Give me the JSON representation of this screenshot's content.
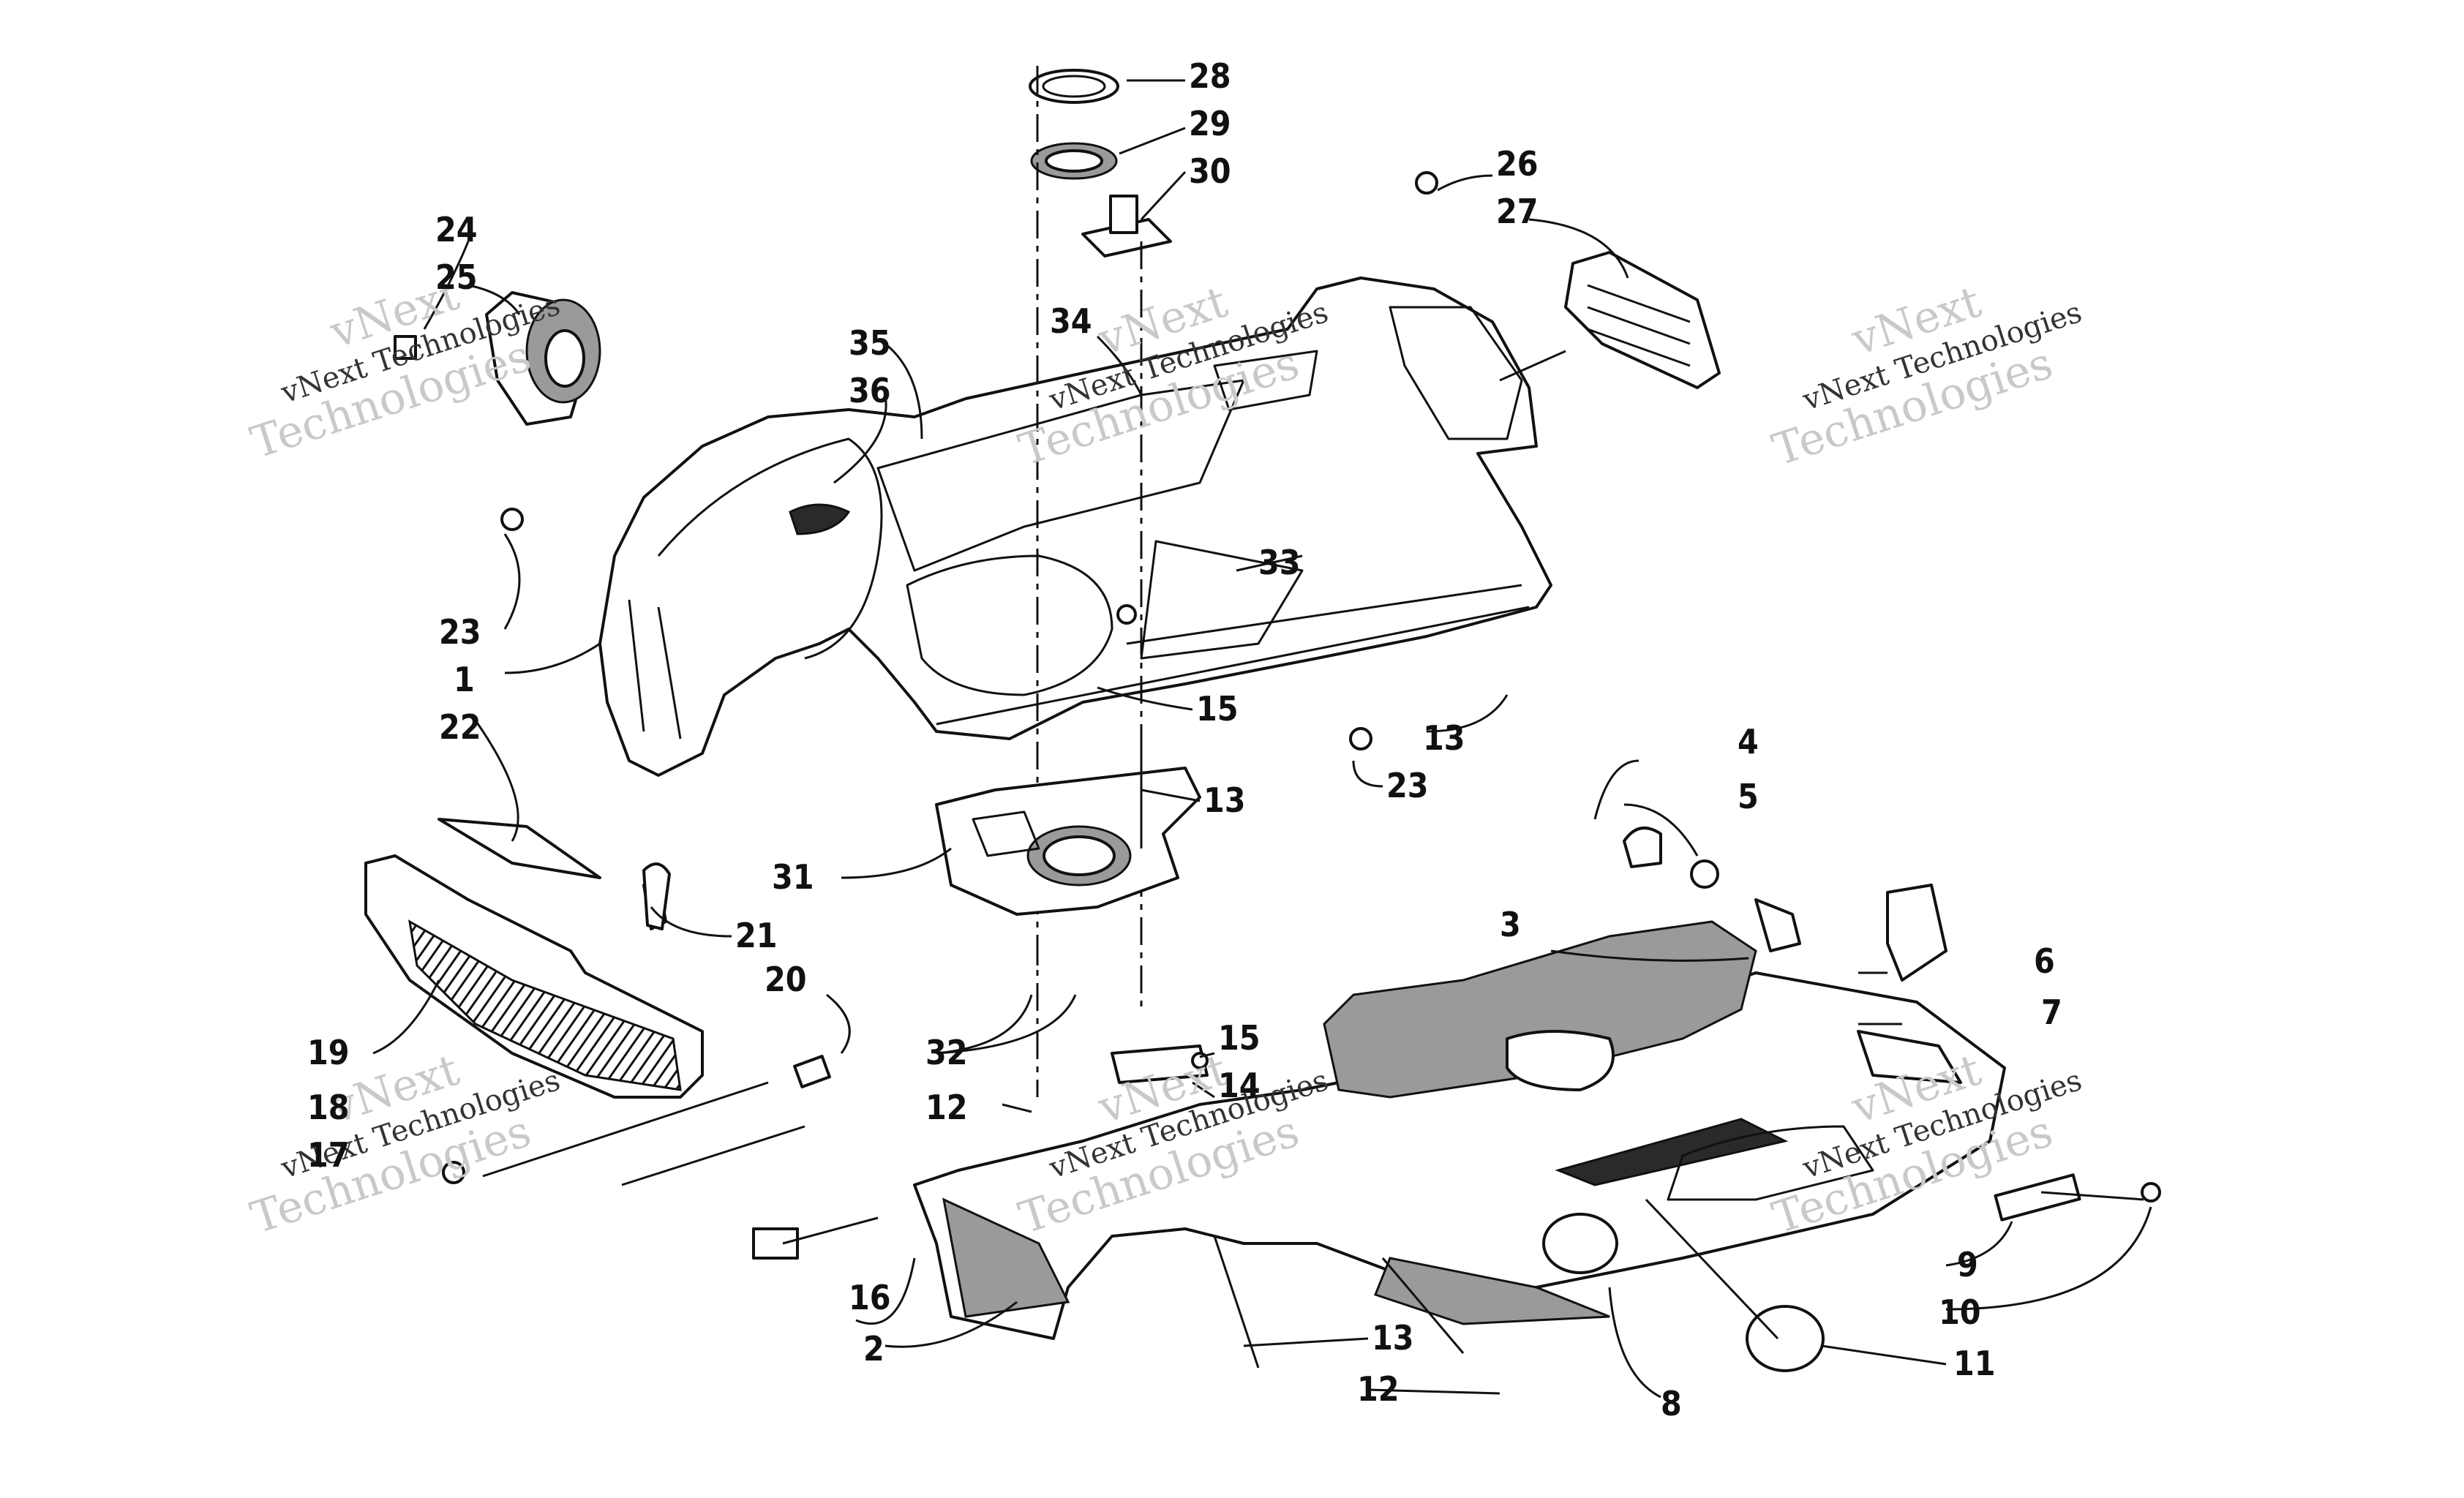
{
  "watermark": {
    "line1": "vNext",
    "line2": "vNext Technologies",
    "line3": "Technologies"
  },
  "callouts": [
    {
      "id": "c1",
      "text": "1"
    },
    {
      "id": "c2",
      "text": "2"
    },
    {
      "id": "c3",
      "text": "3"
    },
    {
      "id": "c4",
      "text": "4"
    },
    {
      "id": "c5",
      "text": "5"
    },
    {
      "id": "c6",
      "text": "6"
    },
    {
      "id": "c7",
      "text": "7"
    },
    {
      "id": "c8",
      "text": "8"
    },
    {
      "id": "c9",
      "text": "9"
    },
    {
      "id": "c10",
      "text": "10"
    },
    {
      "id": "c11",
      "text": "11"
    },
    {
      "id": "c12a",
      "text": "12"
    },
    {
      "id": "c12b",
      "text": "12"
    },
    {
      "id": "c13a",
      "text": "13"
    },
    {
      "id": "c13b",
      "text": "13"
    },
    {
      "id": "c13c",
      "text": "13"
    },
    {
      "id": "c14",
      "text": "14"
    },
    {
      "id": "c15a",
      "text": "15"
    },
    {
      "id": "c15b",
      "text": "15"
    },
    {
      "id": "c16",
      "text": "16"
    },
    {
      "id": "c17",
      "text": "17"
    },
    {
      "id": "c18",
      "text": "18"
    },
    {
      "id": "c19",
      "text": "19"
    },
    {
      "id": "c20",
      "text": "20"
    },
    {
      "id": "c21",
      "text": "21"
    },
    {
      "id": "c22",
      "text": "22"
    },
    {
      "id": "c23a",
      "text": "23"
    },
    {
      "id": "c23b",
      "text": "23"
    },
    {
      "id": "c24",
      "text": "24"
    },
    {
      "id": "c25",
      "text": "25"
    },
    {
      "id": "c26",
      "text": "26"
    },
    {
      "id": "c27",
      "text": "27"
    },
    {
      "id": "c28",
      "text": "28"
    },
    {
      "id": "c29",
      "text": "29"
    },
    {
      "id": "c30",
      "text": "30"
    },
    {
      "id": "c31",
      "text": "31"
    },
    {
      "id": "c32",
      "text": "32"
    },
    {
      "id": "c33",
      "text": "33"
    },
    {
      "id": "c34",
      "text": "34"
    },
    {
      "id": "c35",
      "text": "35"
    },
    {
      "id": "c36",
      "text": "36"
    }
  ]
}
